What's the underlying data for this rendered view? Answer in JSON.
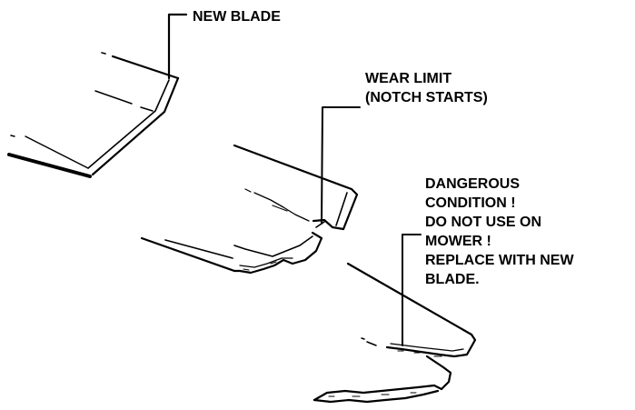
{
  "labels": {
    "new_blade": [
      "NEW BLADE"
    ],
    "wear_limit": [
      "WEAR LIMIT",
      "(NOTCH STARTS)"
    ],
    "dangerous": [
      "DANGEROUS",
      "CONDITION !",
      "DO NOT USE ON",
      "MOWER !",
      "REPLACE WITH NEW",
      "BLADE."
    ]
  }
}
